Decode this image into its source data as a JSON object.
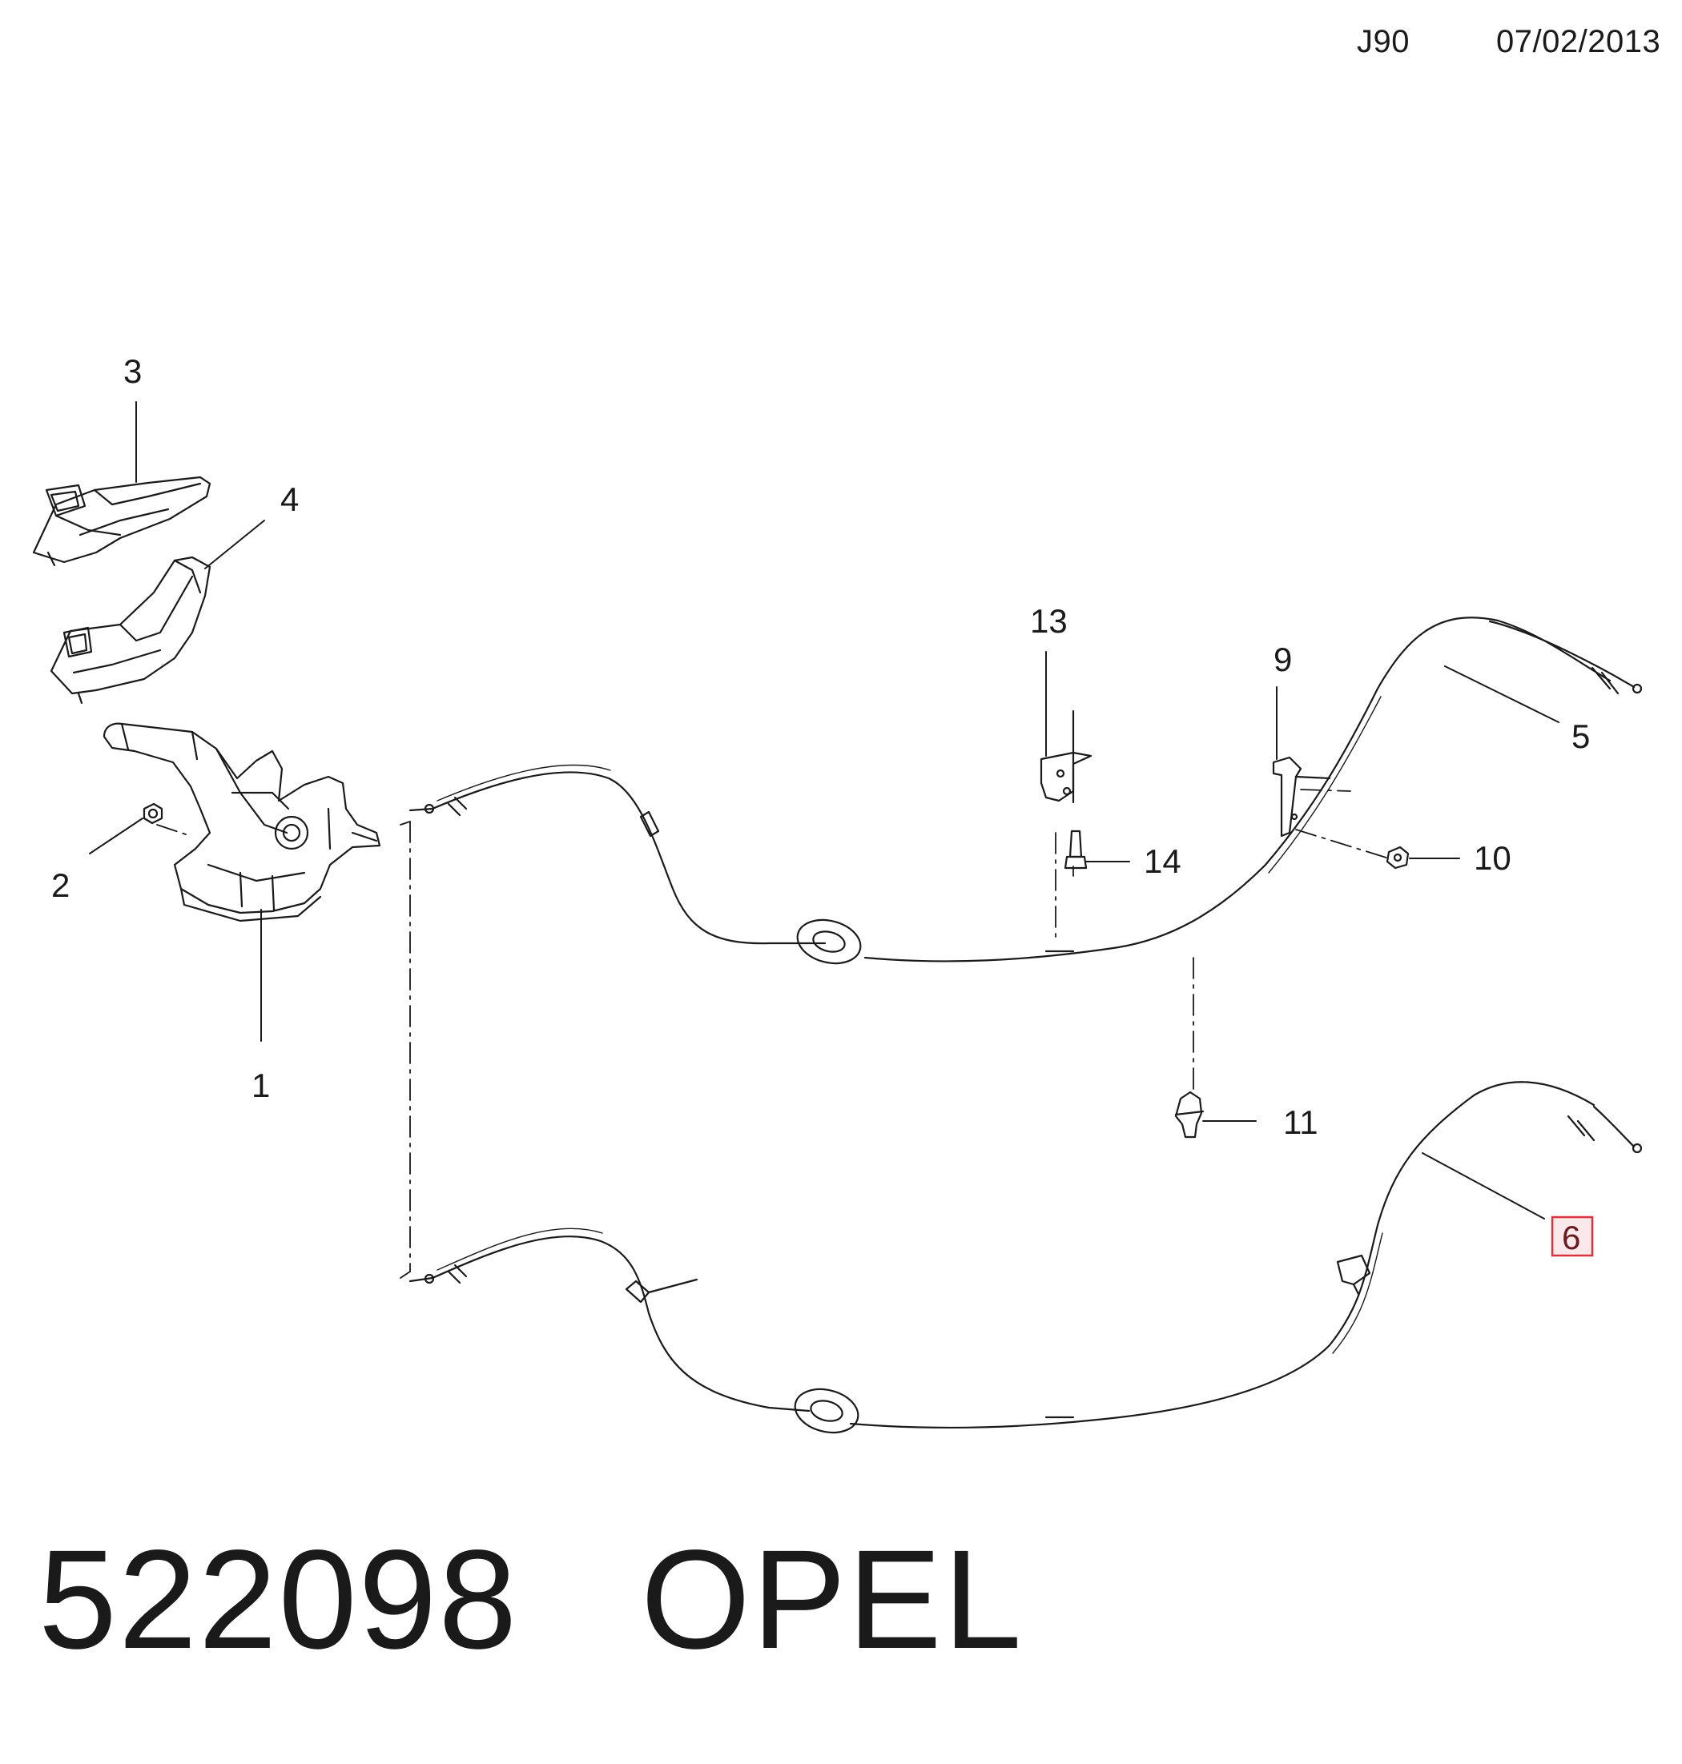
{
  "header": {
    "code": "J90",
    "date": "07/02/2013"
  },
  "callouts": {
    "c1": "1",
    "c2": "2",
    "c3": "3",
    "c4": "4",
    "c5": "5",
    "c6": "6",
    "c9": "9",
    "c10": "10",
    "c11": "11",
    "c13": "13",
    "c14": "14"
  },
  "highlighted_callout": "6",
  "colors": {
    "highlight_border": "#d9333f",
    "highlight_fill": "#fbe8ea"
  },
  "footer": {
    "part_number": "522098",
    "brand": "OPEL"
  }
}
